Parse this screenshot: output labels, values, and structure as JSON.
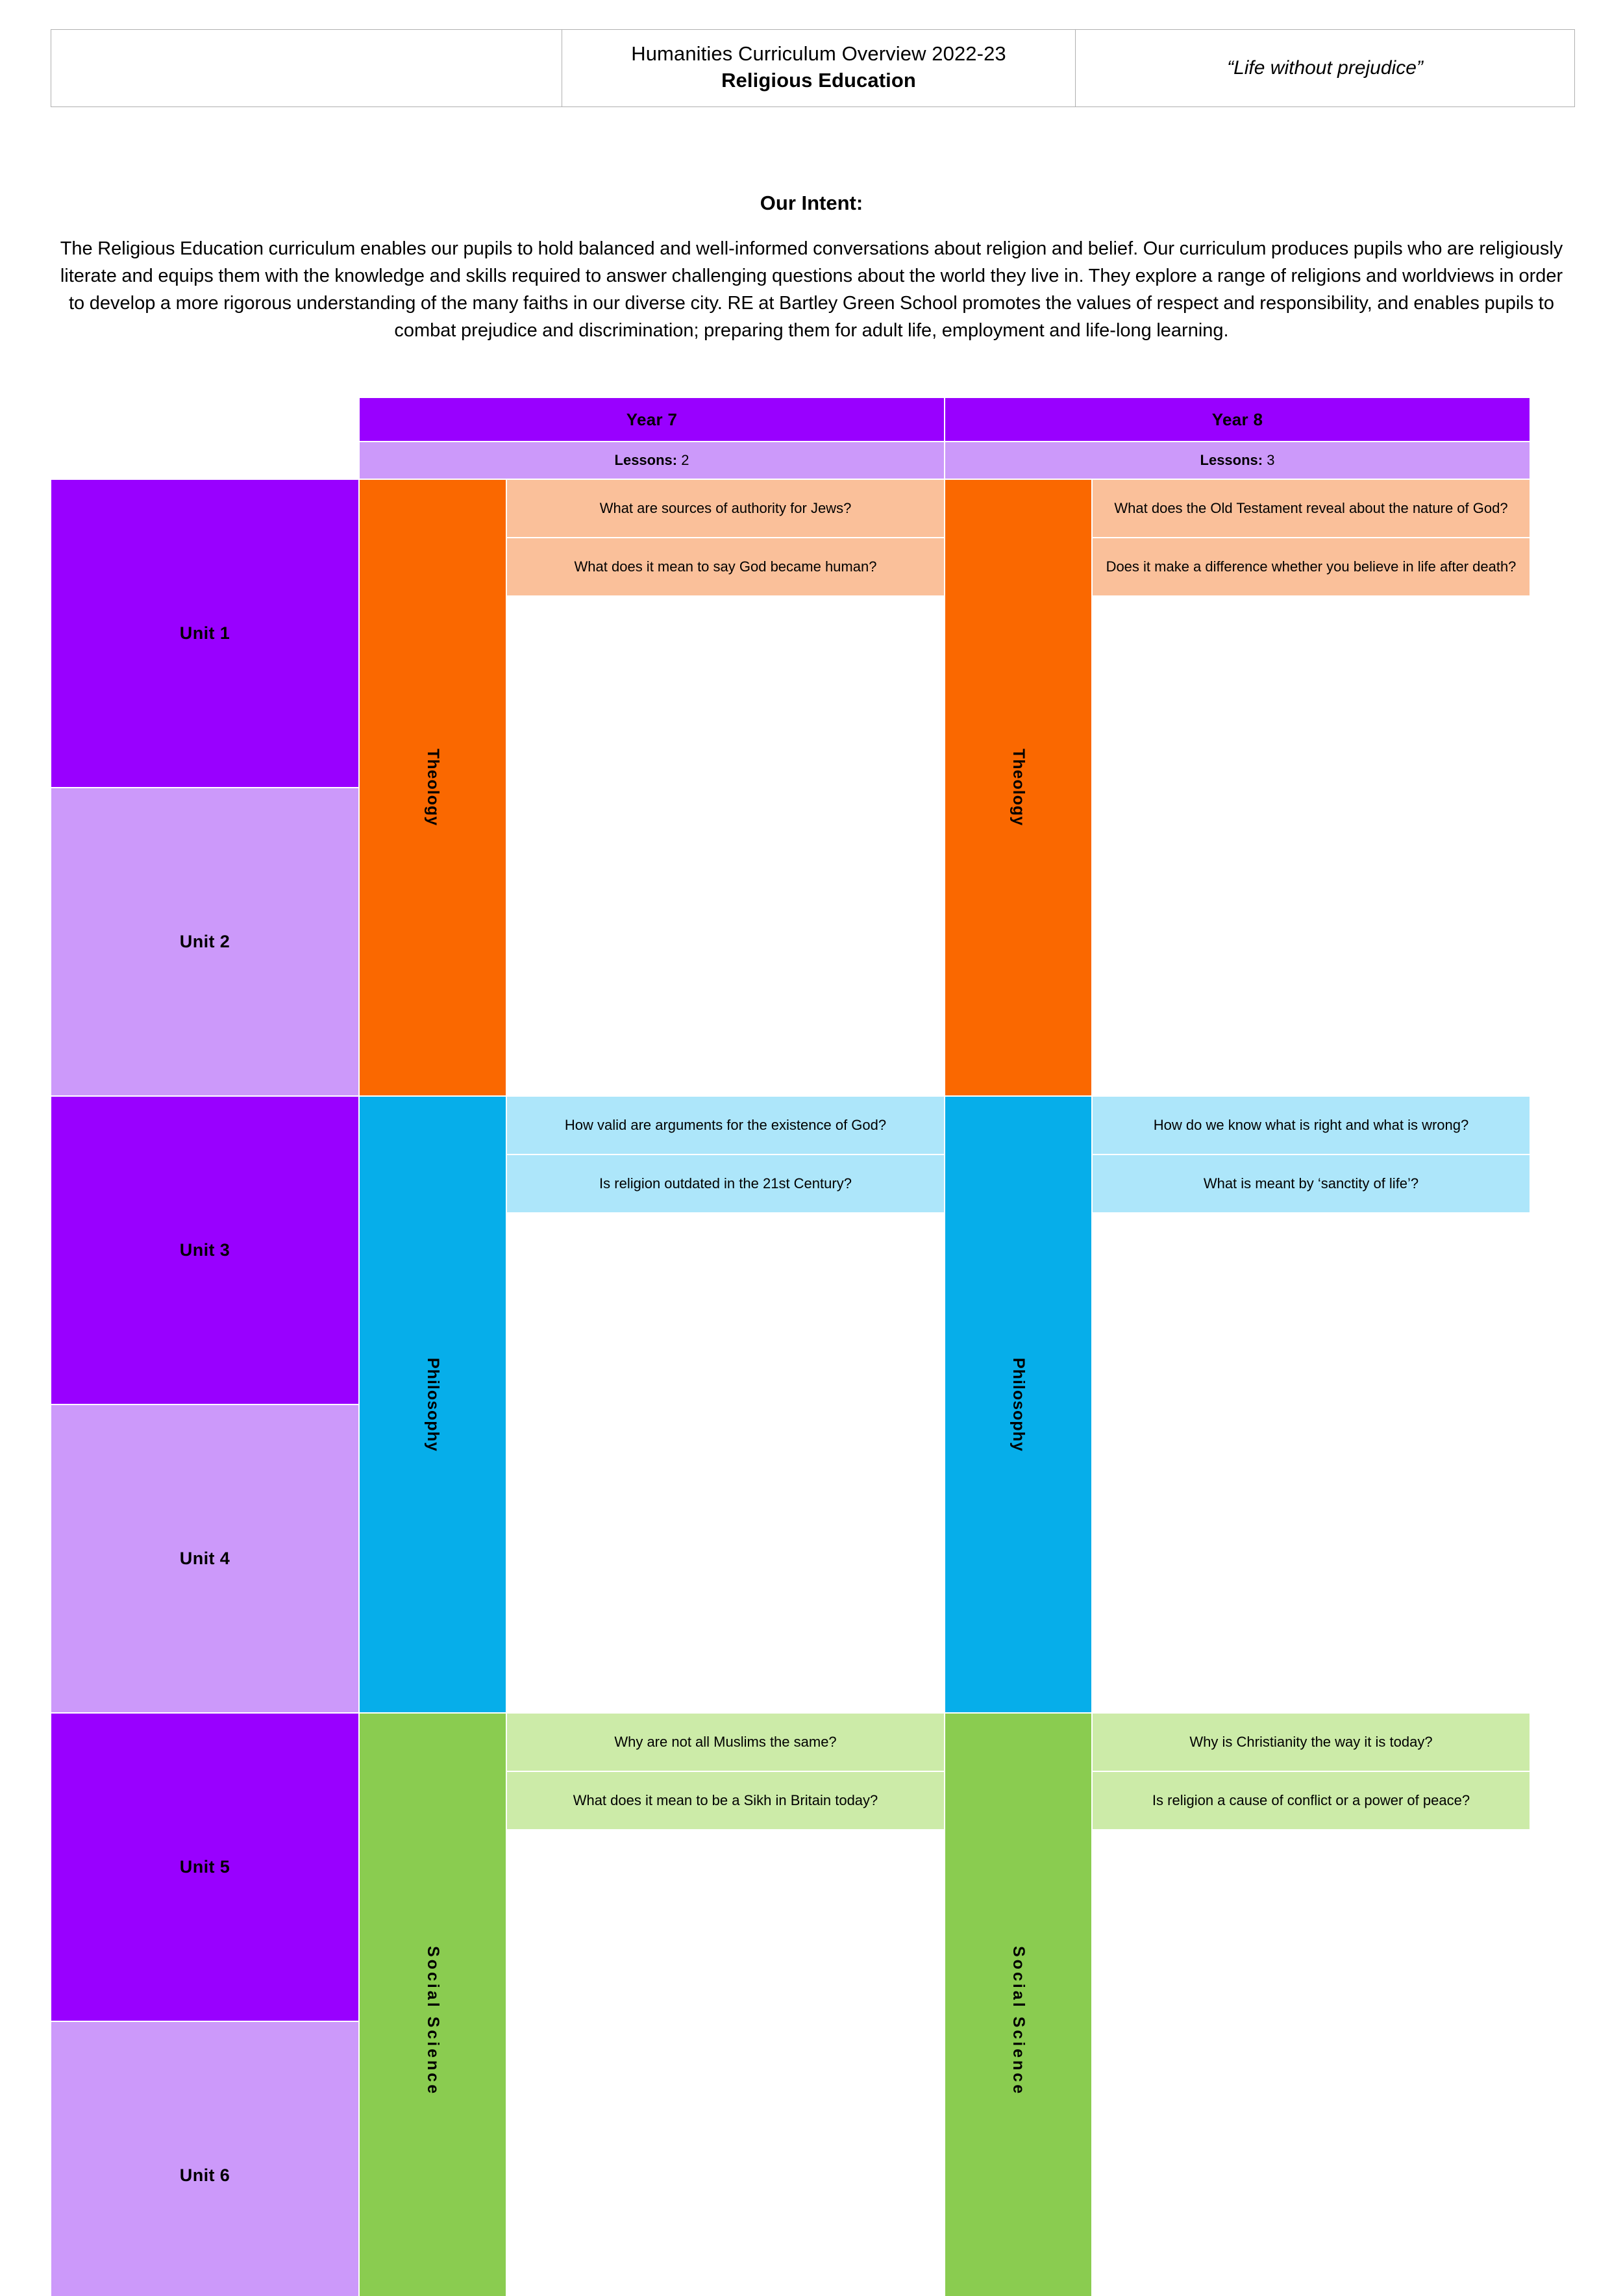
{
  "header": {
    "blank_cell": "",
    "title_line1": "Humanities Curriculum Overview 2022-23",
    "title_line2": "Religious Education",
    "motto": "“Life without prejudice”"
  },
  "intent": {
    "heading": "Our Intent:",
    "body": "The Religious Education curriculum enables our pupils to hold balanced and well-informed conversations about religion and belief. Our curriculum produces pupils who are religiously literate and equips them with the knowledge and skills required to answer challenging questions about the world they live in. They explore a range of religions and worldviews in order to develop a more rigorous understanding of the many faiths in our diverse city. RE at Bartley Green School promotes the values of respect and responsibility, and enables pupils to combat prejudice and discrimination; preparing them for adult life, employment and life-long learning."
  },
  "colors": {
    "purple_dark": "#9900FF",
    "purple_light": "#CC99FA",
    "orange": "#FA6800",
    "peach": "#FAC09A",
    "blue": "#06AEEA",
    "blue_light": "#ADE6FA",
    "green": "#8ACC50",
    "green_light": "#CCEBA8",
    "border": "#B0B0B0"
  },
  "grid": {
    "year7": {
      "label": "Year 7",
      "lessons_label": "Lessons:",
      "lessons_value": "2"
    },
    "year8": {
      "label": "Year 8",
      "lessons_label": "Lessons:",
      "lessons_value": "3"
    },
    "units": [
      "Unit 1",
      "Unit 2",
      "Unit 3",
      "Unit 4",
      "Unit 5",
      "Unit 6"
    ],
    "subjects": [
      "Theology",
      "Philosophy",
      "Social Science"
    ],
    "questions_year7": [
      "What are sources of authority for Jews?",
      "What does it mean to say God became human?",
      "How valid are arguments for the existence of God?",
      "Is religion outdated in the 21st Century?",
      "Why are not all Muslims the same?",
      "What does it mean to be a Sikh in Britain today?"
    ],
    "questions_year8": [
      "What does the Old  Testament reveal about the nature of God?",
      "Does it make a difference whether you believe in life after death?",
      "How do we know what is right and what is wrong?",
      "What is meant by ‘sanctity of life’?",
      "Why is Christianity the way it is today?",
      "Is religion a cause of    conflict or a power of peace?"
    ]
  }
}
